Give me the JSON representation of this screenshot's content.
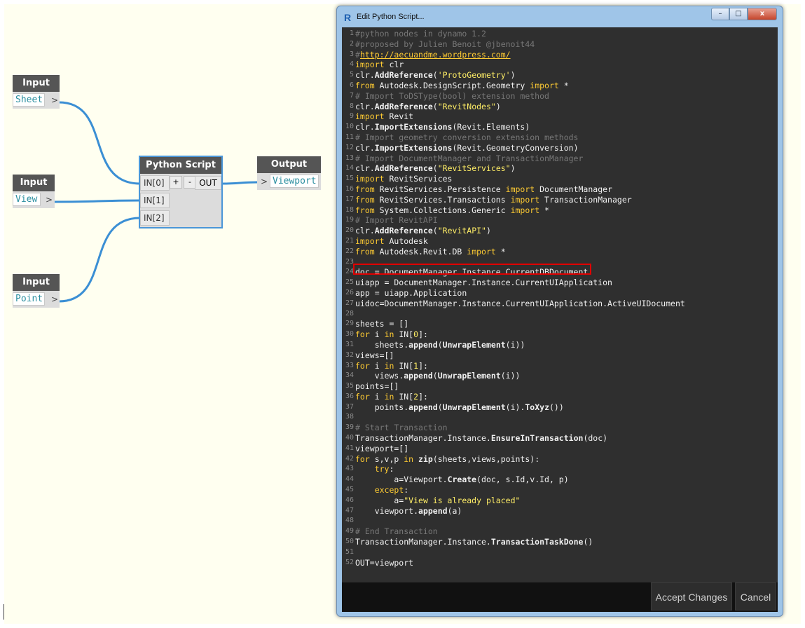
{
  "workspace": {
    "nodes": [
      {
        "header": "Input",
        "value": "Sheet",
        "port": ">"
      },
      {
        "header": "Input",
        "value": "View",
        "port": ">"
      },
      {
        "header": "Input",
        "value": "Point",
        "port": ">"
      }
    ],
    "python_node": {
      "header": "Python Script",
      "inputs": [
        "IN[0]",
        "IN[1]",
        "IN[2]"
      ],
      "add_label": "+",
      "remove_label": "-",
      "output": "OUT"
    },
    "output_node": {
      "header": "Output",
      "port": ">",
      "value": "Viewport"
    },
    "wire_color": "#3b8fd4"
  },
  "editor": {
    "title": "Edit Python Script...",
    "app_icon": "R",
    "window_buttons": {
      "minimize": "–",
      "maximize": "□",
      "close": "x"
    },
    "accept_label": "Accept Changes",
    "cancel_label": "Cancel",
    "highlight_color": "#e00000",
    "lines": [
      [
        {
          "t": "#python nodes in dynamo 1.2",
          "c": "cm"
        }
      ],
      [
        {
          "t": "#proposed by Julien Benoit @jbenoit44",
          "c": "cm"
        }
      ],
      [
        {
          "t": "#",
          "c": "cm"
        },
        {
          "t": "http://aecuandme.wordpress.com/",
          "c": "ul"
        }
      ],
      [
        {
          "t": "import",
          "c": "kw"
        },
        {
          "t": " clr"
        }
      ],
      [
        {
          "t": "clr."
        },
        {
          "t": "AddReference",
          "c": "fn"
        },
        {
          "t": "("
        },
        {
          "t": "'ProtoGeometry'",
          "c": "st"
        },
        {
          "t": ")"
        }
      ],
      [
        {
          "t": "from",
          "c": "kw"
        },
        {
          "t": " Autodesk.DesignScript.Geometry "
        },
        {
          "t": "import",
          "c": "kw"
        },
        {
          "t": " *"
        }
      ],
      [
        {
          "t": "# Import ToDSType(bool) extension method",
          "c": "cm"
        }
      ],
      [
        {
          "t": "clr."
        },
        {
          "t": "AddReference",
          "c": "fn"
        },
        {
          "t": "("
        },
        {
          "t": "\"RevitNodes\"",
          "c": "st"
        },
        {
          "t": ")"
        }
      ],
      [
        {
          "t": "import",
          "c": "kw"
        },
        {
          "t": " Revit"
        }
      ],
      [
        {
          "t": "clr."
        },
        {
          "t": "ImportExtensions",
          "c": "fn"
        },
        {
          "t": "(Revit.Elements)"
        }
      ],
      [
        {
          "t": "# Import geometry conversion extension methods",
          "c": "cm"
        }
      ],
      [
        {
          "t": "clr."
        },
        {
          "t": "ImportExtensions",
          "c": "fn"
        },
        {
          "t": "(Revit.GeometryConversion)"
        }
      ],
      [
        {
          "t": "# Import DocumentManager and TransactionManager",
          "c": "cm"
        }
      ],
      [
        {
          "t": "clr."
        },
        {
          "t": "AddReference",
          "c": "fn"
        },
        {
          "t": "("
        },
        {
          "t": "\"RevitServices\"",
          "c": "st"
        },
        {
          "t": ")"
        }
      ],
      [
        {
          "t": "import",
          "c": "kw"
        },
        {
          "t": " RevitServices"
        }
      ],
      [
        {
          "t": "from",
          "c": "kw"
        },
        {
          "t": " RevitServices.Persistence "
        },
        {
          "t": "import",
          "c": "kw"
        },
        {
          "t": " DocumentManager"
        }
      ],
      [
        {
          "t": "from",
          "c": "kw"
        },
        {
          "t": " RevitServices.Transactions "
        },
        {
          "t": "import",
          "c": "kw"
        },
        {
          "t": " TransactionManager"
        }
      ],
      [
        {
          "t": "from",
          "c": "kw"
        },
        {
          "t": " System.Collections.Generic "
        },
        {
          "t": "import",
          "c": "kw"
        },
        {
          "t": " *"
        }
      ],
      [
        {
          "t": "# Import RevitAPI",
          "c": "cm"
        }
      ],
      [
        {
          "t": "clr."
        },
        {
          "t": "AddReference",
          "c": "fn"
        },
        {
          "t": "("
        },
        {
          "t": "\"RevitAPI\"",
          "c": "st"
        },
        {
          "t": ")"
        }
      ],
      [
        {
          "t": "import",
          "c": "kw"
        },
        {
          "t": " Autodesk"
        }
      ],
      [
        {
          "t": "from",
          "c": "kw"
        },
        {
          "t": " Autodesk.Revit.DB "
        },
        {
          "t": "import",
          "c": "kw"
        },
        {
          "t": " *"
        }
      ],
      [],
      [
        {
          "t": "doc = DocumentManager.Instance.CurrentDBDocument"
        }
      ],
      [
        {
          "t": "uiapp = DocumentManager.Instance.CurrentUIApplication"
        }
      ],
      [
        {
          "t": "app = uiapp.Application"
        }
      ],
      [
        {
          "t": "uidoc=DocumentManager.Instance.CurrentUIApplication.ActiveUIDocument"
        }
      ],
      [],
      [
        {
          "t": "sheets = []"
        }
      ],
      [
        {
          "t": "for",
          "c": "kw"
        },
        {
          "t": " i "
        },
        {
          "t": "in",
          "c": "kw"
        },
        {
          "t": " IN["
        },
        {
          "t": "0",
          "c": "st"
        },
        {
          "t": "]:"
        }
      ],
      [
        {
          "t": "    sheets."
        },
        {
          "t": "append",
          "c": "fn"
        },
        {
          "t": "("
        },
        {
          "t": "UnwrapElement",
          "c": "fn"
        },
        {
          "t": "(i))"
        }
      ],
      [
        {
          "t": "views=[]"
        }
      ],
      [
        {
          "t": "for",
          "c": "kw"
        },
        {
          "t": " i "
        },
        {
          "t": "in",
          "c": "kw"
        },
        {
          "t": " IN["
        },
        {
          "t": "1",
          "c": "st"
        },
        {
          "t": "]:"
        }
      ],
      [
        {
          "t": "    views."
        },
        {
          "t": "append",
          "c": "fn"
        },
        {
          "t": "("
        },
        {
          "t": "UnwrapElement",
          "c": "fn"
        },
        {
          "t": "(i))"
        }
      ],
      [
        {
          "t": "points=[]"
        }
      ],
      [
        {
          "t": "for",
          "c": "kw"
        },
        {
          "t": " i "
        },
        {
          "t": "in",
          "c": "kw"
        },
        {
          "t": " IN["
        },
        {
          "t": "2",
          "c": "st"
        },
        {
          "t": "]:"
        }
      ],
      [
        {
          "t": "    points."
        },
        {
          "t": "append",
          "c": "fn"
        },
        {
          "t": "("
        },
        {
          "t": "UnwrapElement",
          "c": "fn"
        },
        {
          "t": "(i)."
        },
        {
          "t": "ToXyz",
          "c": "fn"
        },
        {
          "t": "())"
        }
      ],
      [],
      [
        {
          "t": "# Start Transaction",
          "c": "cm"
        }
      ],
      [
        {
          "t": "TransactionManager.Instance."
        },
        {
          "t": "EnsureInTransaction",
          "c": "fn"
        },
        {
          "t": "(doc)"
        }
      ],
      [
        {
          "t": "viewport=[]"
        }
      ],
      [
        {
          "t": "for",
          "c": "kw"
        },
        {
          "t": " s,v,p "
        },
        {
          "t": "in",
          "c": "kw"
        },
        {
          "t": " "
        },
        {
          "t": "zip",
          "c": "fn"
        },
        {
          "t": "(sheets,views,points):"
        }
      ],
      [
        {
          "t": "    "
        },
        {
          "t": "try",
          "c": "kw"
        },
        {
          "t": ":"
        }
      ],
      [
        {
          "t": "        a=Viewport."
        },
        {
          "t": "Create",
          "c": "fn"
        },
        {
          "t": "(doc, s.Id,v.Id, p)"
        }
      ],
      [
        {
          "t": "    "
        },
        {
          "t": "except",
          "c": "kw"
        },
        {
          "t": ":"
        }
      ],
      [
        {
          "t": "        a="
        },
        {
          "t": "\"View is already placed\"",
          "c": "st"
        }
      ],
      [
        {
          "t": "    viewport."
        },
        {
          "t": "append",
          "c": "fn"
        },
        {
          "t": "(a)"
        }
      ],
      [],
      [
        {
          "t": "# End Transaction",
          "c": "cm"
        }
      ],
      [
        {
          "t": "TransactionManager.Instance."
        },
        {
          "t": "TransactionTaskDone",
          "c": "fn"
        },
        {
          "t": "()"
        }
      ],
      [],
      [
        {
          "t": "OUT=viewport"
        }
      ]
    ]
  }
}
